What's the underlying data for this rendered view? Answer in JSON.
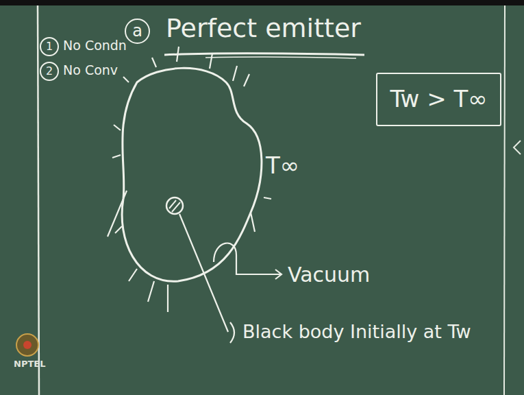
{
  "diagram": {
    "title": "Perfect emitter",
    "nodes": [
      {
        "text": [
          "a"
        ]
      },
      {
        "text": [
          "1"
        ]
      },
      {
        "text": [
          "Tw > T∞"
        ]
      },
      {
        "text": [
          "2"
        ]
      }
    ],
    "labels": [
      "No Condn",
      "No Conv",
      "T∞",
      "Vacuum",
      "Black body Initially at Tw",
      "NPTEL"
    ]
  }
}
